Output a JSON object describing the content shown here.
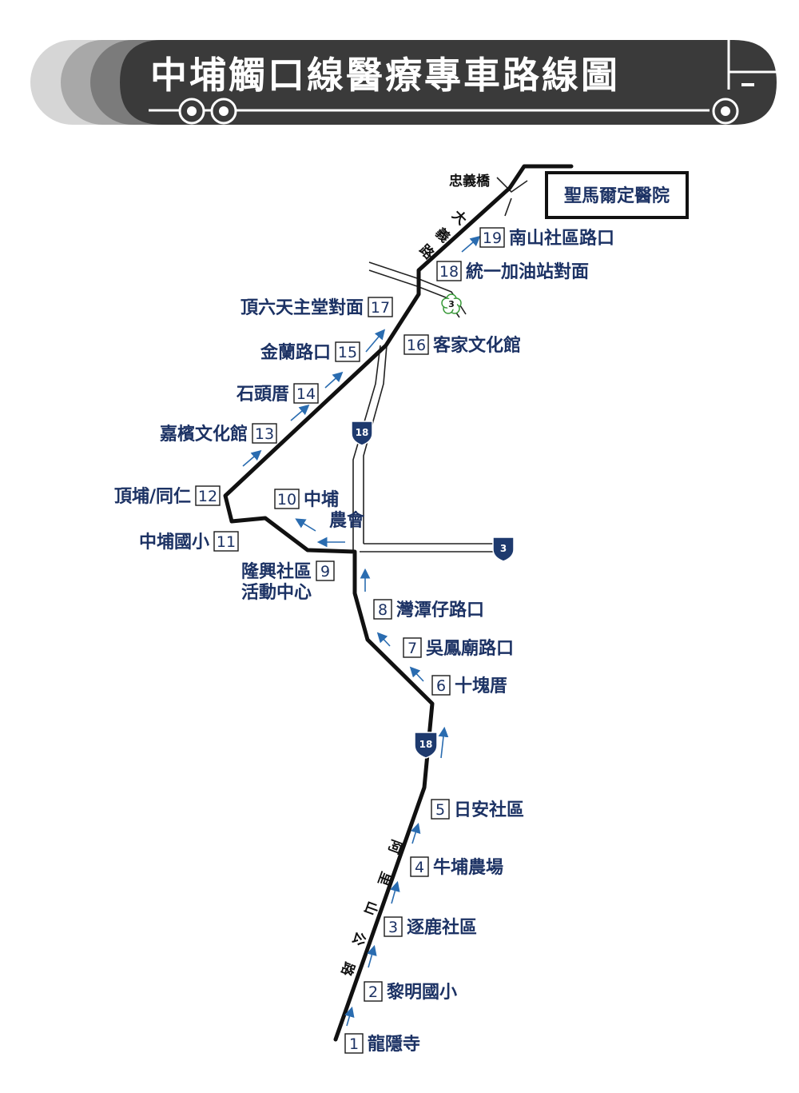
{
  "header": {
    "title": "中埔觸口線醫療專車路線圖"
  },
  "destination": {
    "name": "聖馬爾定醫院"
  },
  "landmarks": {
    "bridge": "忠義橋"
  },
  "roads": {
    "dayi": [
      "大",
      "義",
      "路"
    ],
    "alishan": [
      "阿",
      "里",
      "山",
      "公",
      "路"
    ],
    "shields": {
      "hwy18_a": "18",
      "hwy18_b": "18",
      "hwy3": "3",
      "prov3": "3"
    }
  },
  "colors": {
    "route": "#111111",
    "label": "#1c3264",
    "arrow": "#2a6cb0",
    "shield": "#1e3a6e",
    "banner": "#3a3a3a"
  },
  "stops": [
    {
      "num": "1",
      "lines": [
        "龍隱寺"
      ]
    },
    {
      "num": "2",
      "lines": [
        "黎明國小"
      ]
    },
    {
      "num": "3",
      "lines": [
        "逐鹿社區"
      ]
    },
    {
      "num": "4",
      "lines": [
        "牛埔農場"
      ]
    },
    {
      "num": "5",
      "lines": [
        "日安社區"
      ]
    },
    {
      "num": "6",
      "lines": [
        "十塊厝"
      ]
    },
    {
      "num": "7",
      "lines": [
        "吳鳳廟路口"
      ]
    },
    {
      "num": "8",
      "lines": [
        "灣潭仔路口"
      ]
    },
    {
      "num": "9",
      "lines": [
        "隆興社區",
        "活動中心"
      ]
    },
    {
      "num": "10",
      "lines": [
        "中埔",
        "農會"
      ]
    },
    {
      "num": "11",
      "lines": [
        "中埔國小"
      ]
    },
    {
      "num": "12",
      "lines": [
        "頂埔/同仁"
      ]
    },
    {
      "num": "13",
      "lines": [
        "嘉檳文化館"
      ]
    },
    {
      "num": "14",
      "lines": [
        "石頭厝"
      ]
    },
    {
      "num": "15",
      "lines": [
        "金蘭路口"
      ]
    },
    {
      "num": "16",
      "lines": [
        "客家文化館"
      ]
    },
    {
      "num": "17",
      "lines": [
        "頂六天主堂對面"
      ]
    },
    {
      "num": "18",
      "lines": [
        "統一加油站對面"
      ]
    },
    {
      "num": "19",
      "lines": [
        "南山社區路口"
      ]
    }
  ]
}
